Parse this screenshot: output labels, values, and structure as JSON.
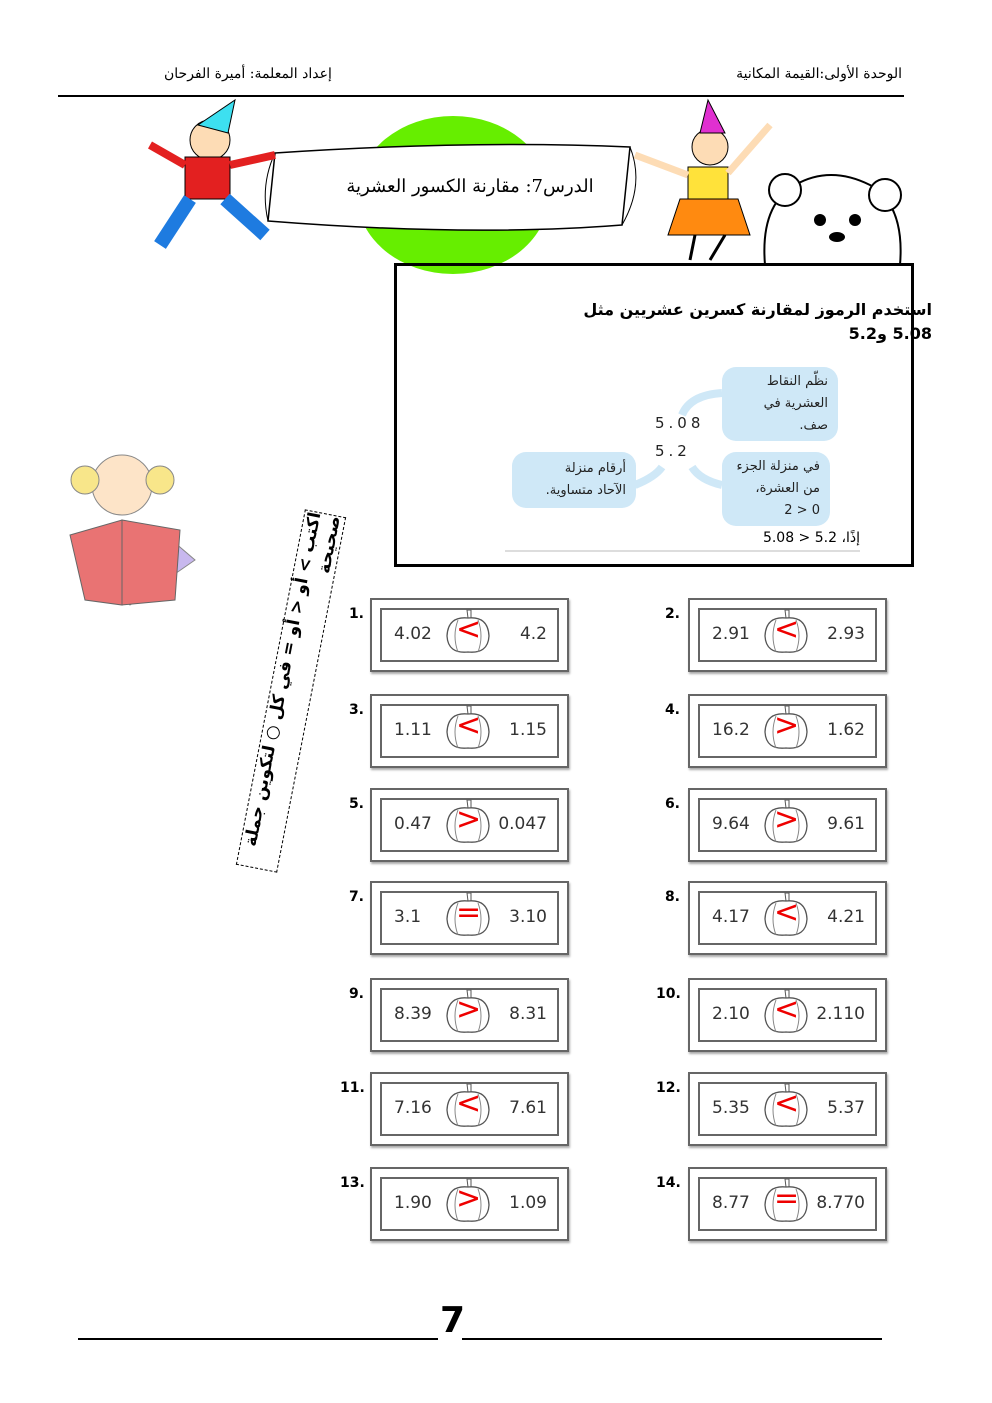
{
  "header": {
    "unit": "الوحدة الأولى:القيمة المكانية",
    "author": "إعداد المعلمة: أميرة الفرحان"
  },
  "banner": {
    "lesson": "الدرس7: مقارنة الكسور العشرية",
    "color": "#66ee00"
  },
  "lesson_box": {
    "title_line1": "استخدم الرموز لمقارنة كسرين عشريين مثل",
    "title_line2": "5.08 و5.2",
    "bubble_align": [
      "نظّم النقاط",
      "العشرية في",
      "صف."
    ],
    "bubble_tenths": [
      "في منزلة الجزء",
      "من العشرة،",
      "0 < 2"
    ],
    "bubble_ones": [
      "أرقام منزلة",
      "الآحاد متساوية."
    ],
    "num1": "5.08",
    "num2": "5.2",
    "conclusion": "إذًا، 5.2 < 5.08",
    "bubble_color": "#cfe8f7"
  },
  "instruction": "اكتب > أو < أو = في كل ○ لتكوين جملة صحيحة",
  "answer_color": "#ee0000",
  "problems": [
    {
      "n": "1.",
      "a": "4.02",
      "b": "4.2",
      "s": "<"
    },
    {
      "n": "2.",
      "a": "2.91",
      "b": "2.93",
      "s": "<"
    },
    {
      "n": "3.",
      "a": "1.11",
      "b": "1.15",
      "s": "<"
    },
    {
      "n": "4.",
      "a": "16.2",
      "b": "1.62",
      "s": ">"
    },
    {
      "n": "5.",
      "a": "0.47",
      "b": "0.047",
      "s": ">"
    },
    {
      "n": "6.",
      "a": "9.64",
      "b": "9.61",
      "s": ">"
    },
    {
      "n": "7.",
      "a": "3.1",
      "b": "3.10",
      "s": "="
    },
    {
      "n": "8.",
      "a": "4.17",
      "b": "4.21",
      "s": "<"
    },
    {
      "n": "9.",
      "a": "8.39",
      "b": "8.31",
      "s": ">"
    },
    {
      "n": "10.",
      "a": "2.10",
      "b": "2.110",
      "s": "<"
    },
    {
      "n": "11.",
      "a": "7.16",
      "b": "7.61",
      "s": "<"
    },
    {
      "n": "12.",
      "a": "5.35",
      "b": "5.37",
      "s": "<"
    },
    {
      "n": "13.",
      "a": "1.90",
      "b": "1.09",
      "s": ">"
    },
    {
      "n": "14.",
      "a": "8.77",
      "b": "8.770",
      "s": "="
    }
  ],
  "footer": {
    "page": "7"
  }
}
